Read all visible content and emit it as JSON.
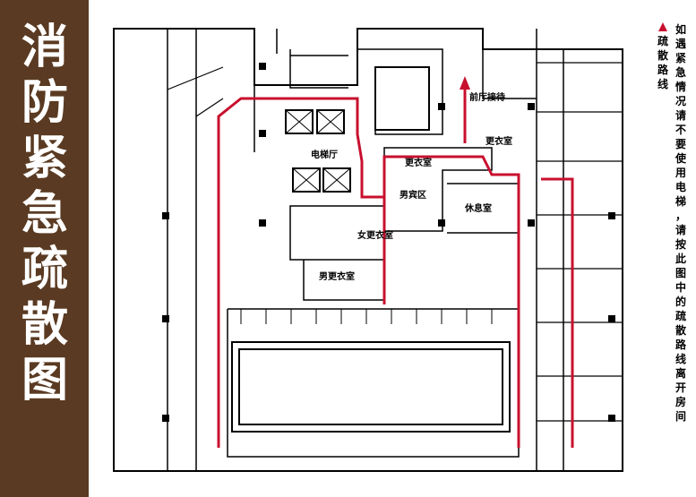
{
  "title": "消防紧急疏散图",
  "title_chars": [
    "消",
    "防",
    "紧",
    "急",
    "疏",
    "散",
    "图"
  ],
  "legend": {
    "label": "疏散路线",
    "chars": [
      "疏",
      "散",
      "路",
      "线"
    ],
    "route_color": "#c8102e"
  },
  "instruction": {
    "text": "如遇紧急情况请不要使用电梯，请按此图中的疏散路线离开房间",
    "chars": [
      "如",
      "遇",
      "紧",
      "急",
      "情",
      "况",
      "请",
      "不",
      "要",
      "使",
      "用",
      "电",
      "梯",
      "，",
      "请",
      "按",
      "此",
      "图",
      "中",
      "的",
      "疏",
      "散",
      "路",
      "线",
      "离",
      "开",
      "房",
      "间"
    ]
  },
  "rooms": {
    "front_desk": "前厅接待",
    "elevator_hall": "电梯厅",
    "locker_room": "更衣室",
    "mens_guest_area": "男宾区",
    "lounge": "休息室",
    "womens_locker": "女更衣室",
    "mens_locker": "男更衣室",
    "small_room": "更衣室"
  },
  "colors": {
    "frame": "#5a3a22",
    "wall": "#000000",
    "route": "#c8102e",
    "background": "#ffffff"
  }
}
